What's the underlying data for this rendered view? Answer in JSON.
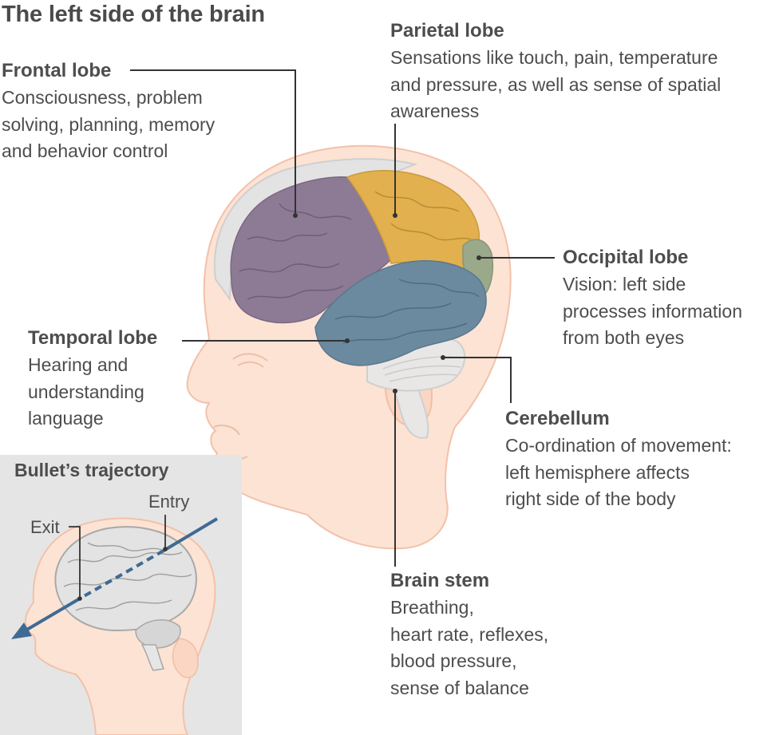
{
  "title": "The left side of the brain",
  "labels": {
    "frontal": {
      "name": "Frontal lobe",
      "description": "Consciousness, problem\nsolving, planning, memory\nand behavior control"
    },
    "parietal": {
      "name": "Parietal lobe",
      "description": "Sensations like touch, pain, temperature\nand pressure, as well as sense of spatial\nawareness"
    },
    "occipital": {
      "name": "Occipital lobe",
      "description": "Vision: left side\nprocesses information\nfrom both eyes"
    },
    "temporal": {
      "name": "Temporal lobe",
      "description": "Hearing and\nunderstanding\nlanguage"
    },
    "cerebellum": {
      "name": "Cerebellum",
      "description": "Co-ordination of movement:\nleft hemisphere affects\nright side of the body"
    },
    "brainstem": {
      "name": "Brain stem",
      "description": "Breathing,\nheart rate, reflexes,\nblood pressure,\nsense of balance"
    }
  },
  "inset": {
    "title": "Bullet’s trajectory",
    "entry": "Entry",
    "exit": "Exit"
  },
  "colors": {
    "skin": "#fde3d4",
    "skin_outline": "#f2c1a9",
    "frontal": "#8d7a94",
    "parietal": "#e2b04e",
    "occipital": "#9aa98a",
    "temporal": "#6b8aa0",
    "cerebellum": "#e9e7e6",
    "brain_grey": "#e3e3e3",
    "inset_bg": "#e5e5e5",
    "trajectory": "#3f6a93",
    "leader": "#333333"
  }
}
